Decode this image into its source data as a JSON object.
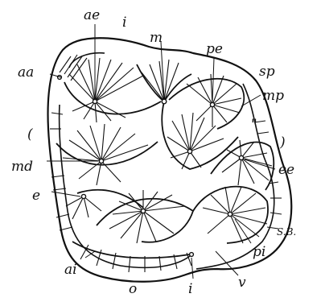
{
  "figure": {
    "labels": {
      "aa": "aa",
      "ae": "ae",
      "i_top": "i",
      "m": "m",
      "pe": "pe",
      "sp": "sp",
      "mp": "mp",
      "open_paren": "(",
      "close_paren": ")",
      "double_prime": "\"",
      "md": "md",
      "ee": "ee",
      "e": "e",
      "sb": "S.B.",
      "pi": "pi",
      "ai": "ai",
      "i_bottom": "i",
      "v": "v",
      "o": "o"
    }
  }
}
